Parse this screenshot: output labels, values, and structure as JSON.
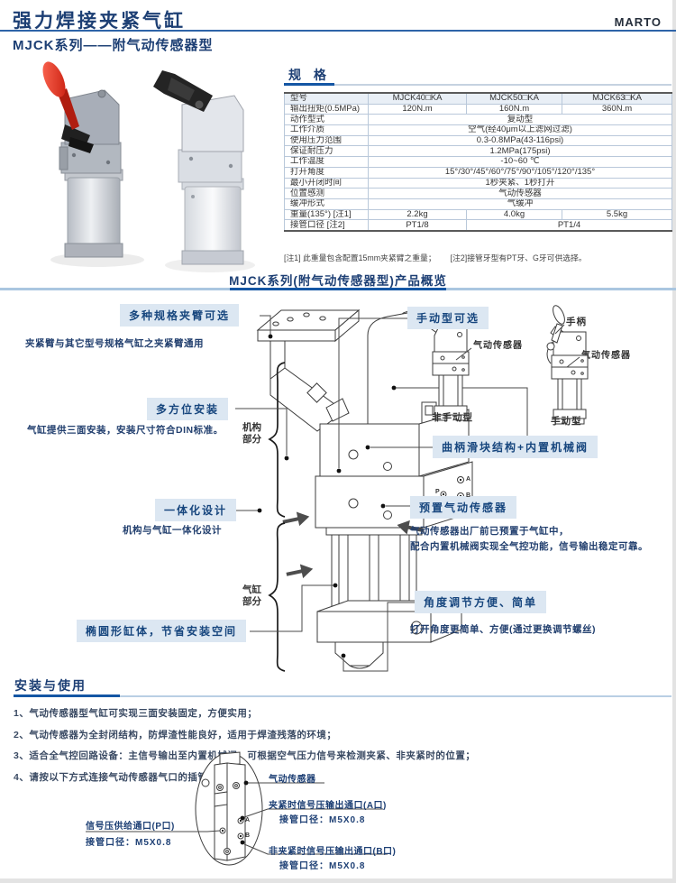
{
  "colors": {
    "accent_blue": "#2e64a8",
    "navy": "#1d3f74",
    "bar_blue": "#1456a4",
    "light_rule": "#aac6e0",
    "callout_bg": "#dce7f2",
    "table_line": "#b9c8da",
    "handle_red": "#d92718"
  },
  "header": {
    "title": "强力焊接夹紧气缸",
    "brand": "MARTO",
    "subtitle": "MJCK系列——附气动传感器型"
  },
  "spec": {
    "heading": "规 格",
    "table": {
      "rows": [
        {
          "label": "型号",
          "cells": [
            {
              "t": "MJCK40□KA"
            },
            {
              "t": "MJCK50□KA"
            },
            {
              "t": "MJCK63□KA"
            }
          ]
        },
        {
          "label": "输出扭矩(0.5MPa)",
          "cells": [
            {
              "t": "120N.m"
            },
            {
              "t": "160N.m"
            },
            {
              "t": "360N.m"
            }
          ]
        },
        {
          "label": "动作型式",
          "cells": [
            {
              "t": "复动型",
              "s": 3
            }
          ]
        },
        {
          "label": "工作介质",
          "cells": [
            {
              "t": "空气(经40μm以上滤网过滤)",
              "s": 3
            }
          ]
        },
        {
          "label": "使用压力范围",
          "cells": [
            {
              "t": "0.3-0.8MPa(43-116psi)",
              "s": 3
            }
          ]
        },
        {
          "label": "保证耐压力",
          "cells": [
            {
              "t": "1.2MPa(175psi)",
              "s": 3
            }
          ]
        },
        {
          "label": "工作温度",
          "cells": [
            {
              "t": "-10~60 ℃",
              "s": 3
            }
          ]
        },
        {
          "label": "打开角度",
          "cells": [
            {
              "t": "15°/30°/45°/60°/75°/90°/105°/120°/135°",
              "s": 3
            }
          ]
        },
        {
          "label": "最小开闭时间",
          "cells": [
            {
              "t": "1秒夹紧、1秒打开",
              "s": 3
            }
          ]
        },
        {
          "label": "位置感测",
          "cells": [
            {
              "t": "气动传感器",
              "s": 3
            }
          ]
        },
        {
          "label": "缓冲形式",
          "cells": [
            {
              "t": "气缓冲",
              "s": 3
            }
          ]
        },
        {
          "label": "重量(135°) [注1]",
          "cells": [
            {
              "t": "2.2kg"
            },
            {
              "t": "4.0kg"
            },
            {
              "t": "5.5kg"
            }
          ]
        },
        {
          "label": "接管口径 [注2]",
          "cells": [
            {
              "t": "PT1/8"
            },
            {
              "t": "PT1/4",
              "s": 2
            }
          ]
        }
      ],
      "notes": [
        "[注1] 此重量包含配置15mm夹紧臂之重量；",
        "[注2]接管牙型有PT牙、G牙可供选择。"
      ]
    }
  },
  "overview": {
    "heading": "MJCK系列(附气动传感器型)产品概览",
    "callouts": {
      "arm": "多种规格夹臂可选",
      "arm_desc": "夹紧臂与其它型号规格气缸之夹紧臂通用",
      "manual": "手动型可选",
      "mount": "多方位安装",
      "mount_desc": "气缸提供三面安装，安装尺寸符合DIN标准。",
      "integrated": "一体化设计",
      "integrated_desc": "机构与气缸一体化设计",
      "crank": "曲柄滑块结构+内置机械阀",
      "sensor": "预置气动传感器",
      "sensor_desc1": "气动传感器出厂前已预置于气缸中，",
      "sensor_desc2": "配合内置机械阀实现全气控功能，信号输出稳定可靠。",
      "angle": "角度调节方便、简单",
      "angle_desc": "打开角度更简单、方便(通过更换调节螺丝)",
      "oval": "椭圆形缸体，节省安装空间"
    },
    "labels": {
      "mechanism_part": "机构部分",
      "cylinder_part": "气缸部分",
      "non_manual": "非手动型",
      "manual_type": "手动型",
      "handle": "手柄",
      "sensor_small1": "气动传感器",
      "sensor_small2": "气动传感器",
      "port_a": "A",
      "port_b": "B",
      "port_p": "P"
    }
  },
  "install": {
    "heading": "安装与使用",
    "items": [
      "1、气动传感器型气缸可实现三面安装固定，方便实用；",
      "2、气动传感器为全封闭结构，防焊渣性能良好，适用于焊渣残落的环境；",
      "3、适合全气控回路设备：主信号输出至内置机械阀，可根据空气压力信号来检测夹紧、非夹紧时的位置；",
      "4、请按以下方式连接气动传感器气口的插管；"
    ],
    "diagram": {
      "sensor": "气动传感器",
      "port_a_label": "夹紧时信号压输出通口(A口)",
      "port_a_size": "接管口径：M5X0.8",
      "port_p_label": "信号压供给通口(P口)",
      "port_p_size": "接管口径：M5X0.8",
      "port_b_label": "非夹紧时信号压输出通口(B口)",
      "port_b_size": "接管口径：M5X0.8",
      "port_a_mark": "A",
      "port_b_mark": "B"
    }
  }
}
